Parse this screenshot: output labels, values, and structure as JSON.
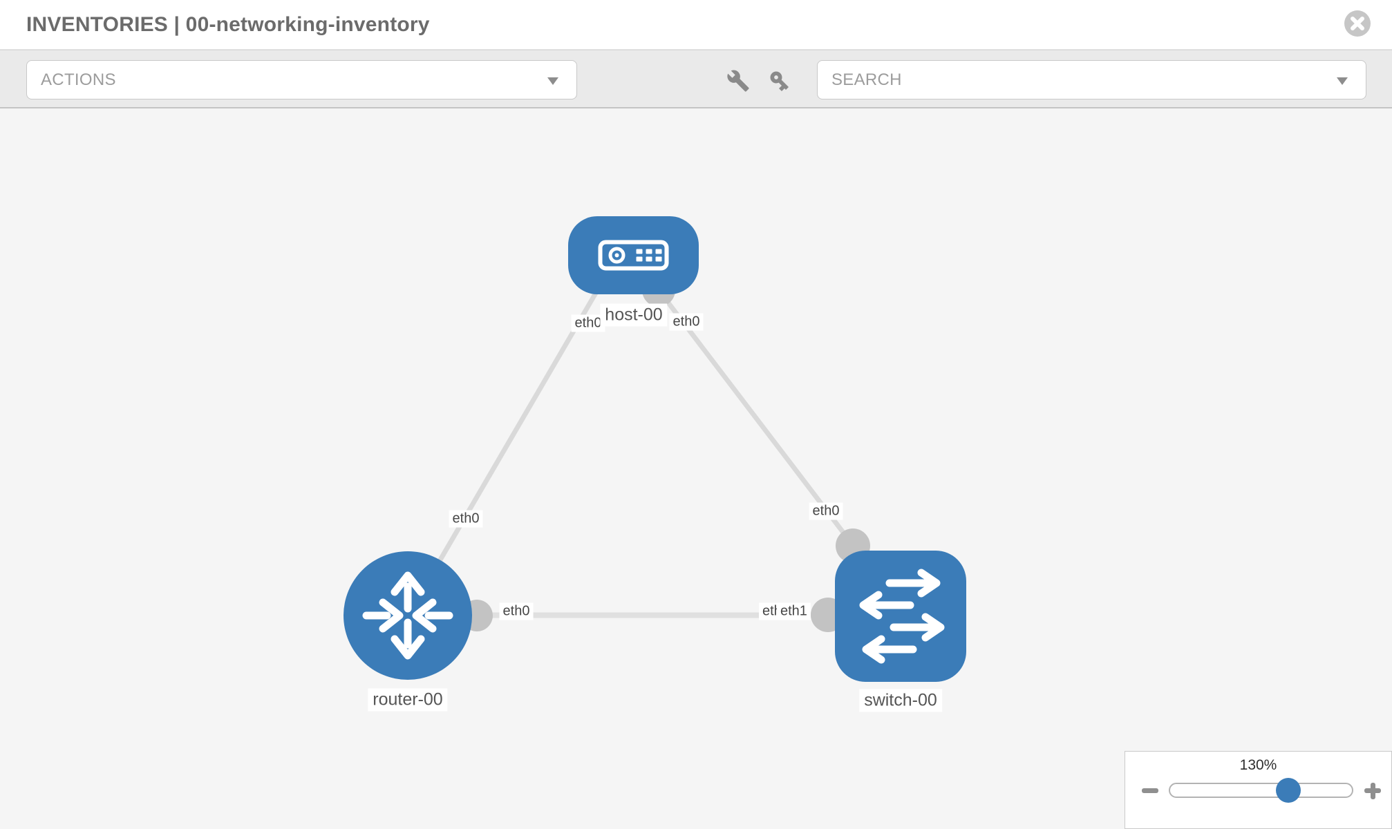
{
  "header": {
    "title": "INVENTORIES | 00-networking-inventory",
    "close_icon": "circle-x"
  },
  "toolbar": {
    "actions_label": "ACTIONS",
    "search_placeholder": "SEARCH",
    "icons": [
      "wrench-icon",
      "key-icon",
      "chevron-down-icon"
    ]
  },
  "diagram": {
    "nodes": [
      {
        "id": "host-00",
        "type": "host",
        "label": "host-00"
      },
      {
        "id": "router-00",
        "type": "router",
        "label": "router-00"
      },
      {
        "id": "switch-00",
        "type": "switch",
        "label": "switch-00"
      }
    ],
    "links": [
      {
        "from": "host-00",
        "to": "router-00",
        "from_port": "eth0",
        "to_port": "eth0"
      },
      {
        "from": "host-00",
        "to": "switch-00",
        "from_port": "eth0",
        "to_port": "eth0"
      },
      {
        "from": "router-00",
        "to": "switch-00",
        "from_port": "eth0",
        "to_ports_overlapping": [
          "eth0",
          "eth1"
        ]
      }
    ],
    "port_labels": {
      "host_left": "eth0",
      "host_right": "eth0",
      "router_top": "eth0",
      "switch_top": "eth0",
      "router_right": "eth0",
      "switch_eth0": "eth0",
      "switch_eth1": "eth1"
    }
  },
  "zoom_control": {
    "level": "130%",
    "minus_icon": "minus-icon",
    "plus_icon": "plus-icon"
  },
  "colors": {
    "node_blue": "#3b7cb8",
    "port_gray": "#c3c3c3",
    "link_gray": "#dcdcdc",
    "icon_gray": "#8a8a8a",
    "canvas_bg": "#f5f5f5",
    "toolbar_bg": "#eaeaea",
    "title_gray": "#6b6b6b"
  }
}
